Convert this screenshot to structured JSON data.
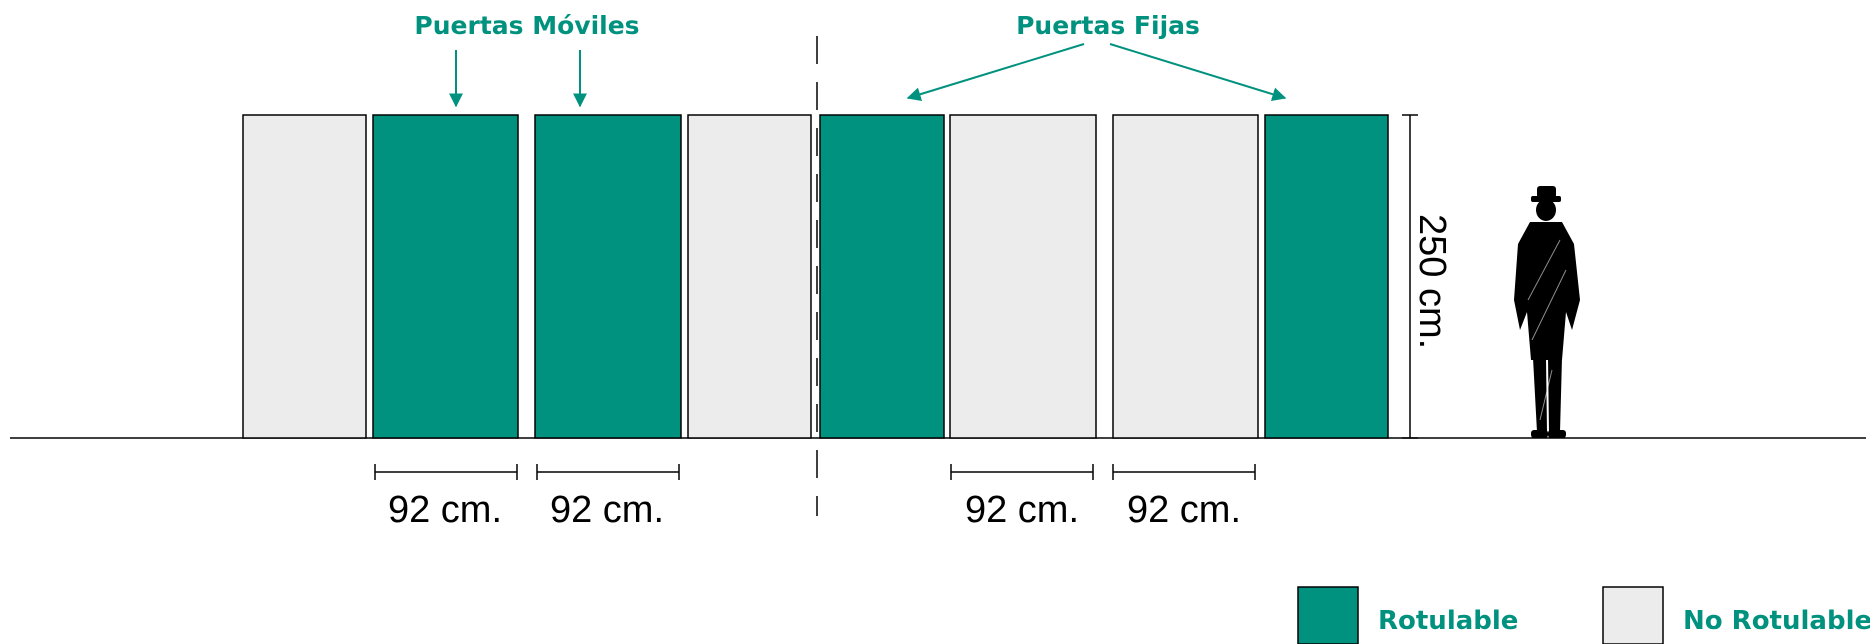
{
  "colors": {
    "accent": "#00927e",
    "panel_light": "#ececec",
    "line": "#000000"
  },
  "labels": {
    "moviles": "Puertas Móviles",
    "fijas": "Puertas Fijas"
  },
  "panels": [
    {
      "type": "no-rotulable"
    },
    {
      "type": "rotulable"
    },
    {
      "type": "rotulable"
    },
    {
      "type": "no-rotulable"
    },
    {
      "type": "rotulable"
    },
    {
      "type": "no-rotulable"
    },
    {
      "type": "no-rotulable"
    },
    {
      "type": "rotulable"
    }
  ],
  "dimensions": {
    "width_1": "92 cm.",
    "width_2": "92 cm.",
    "width_3": "92 cm.",
    "width_4": "92 cm.",
    "height": "250 cm."
  },
  "legend": {
    "rotulable": "Rotulable",
    "no_rotulable": "No Rotulable"
  },
  "icons": {
    "person": "person-silhouette-icon"
  }
}
